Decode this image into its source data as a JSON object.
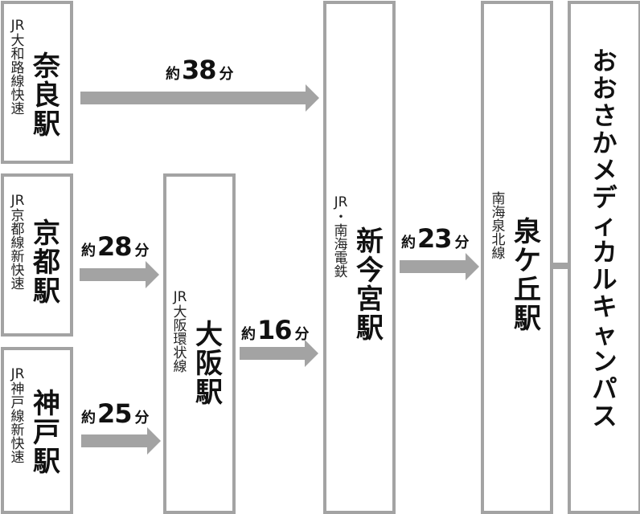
{
  "stations": {
    "nara": {
      "line": [
        "JR",
        "大",
        "和",
        "路",
        "線",
        "快",
        "速"
      ],
      "name": [
        "奈",
        "良",
        "駅"
      ]
    },
    "kyoto": {
      "line": [
        "JR",
        "京",
        "都",
        "線",
        "新",
        "快",
        "速"
      ],
      "name": [
        "京",
        "都",
        "駅"
      ]
    },
    "kobe": {
      "line": [
        "JR",
        "神",
        "戸",
        "線",
        "新",
        "快",
        "速"
      ],
      "name": [
        "神",
        "戸",
        "駅"
      ]
    },
    "osaka": {
      "line": [
        "JR",
        "大",
        "阪",
        "環",
        "状",
        "線"
      ],
      "name": [
        "大",
        "阪",
        "駅"
      ]
    },
    "shinimamiya": {
      "line": [
        "JR",
        "・",
        "南",
        "海",
        "電",
        "鉄"
      ],
      "name": [
        "新",
        "今",
        "宮",
        "駅"
      ]
    },
    "izumigaoka": {
      "line": [
        "南",
        "海",
        "泉",
        "北",
        "線"
      ],
      "name": [
        "泉",
        "ケ",
        "丘",
        "駅"
      ]
    }
  },
  "destination": {
    "name": [
      "お",
      "お",
      "さ",
      "か",
      "メ",
      "デ",
      "ィ",
      "カ",
      "ル",
      "キ",
      "ャ",
      "ン",
      "パ",
      "ス"
    ]
  },
  "times": {
    "nara_to_shinimamiya": {
      "prefix": "約",
      "minutes": "38",
      "unit": "分"
    },
    "kyoto_to_osaka": {
      "prefix": "約",
      "minutes": "28",
      "unit": "分"
    },
    "kobe_to_osaka": {
      "prefix": "約",
      "minutes": "25",
      "unit": "分"
    },
    "osaka_to_shinimamiya": {
      "prefix": "約",
      "minutes": "16",
      "unit": "分"
    },
    "shinimamiya_to_izumigaoka": {
      "prefix": "約",
      "minutes": "23",
      "unit": "分"
    }
  },
  "colors": {
    "border": "#a3a3a3",
    "arrow": "#a3a3a3",
    "text": "#111111"
  }
}
